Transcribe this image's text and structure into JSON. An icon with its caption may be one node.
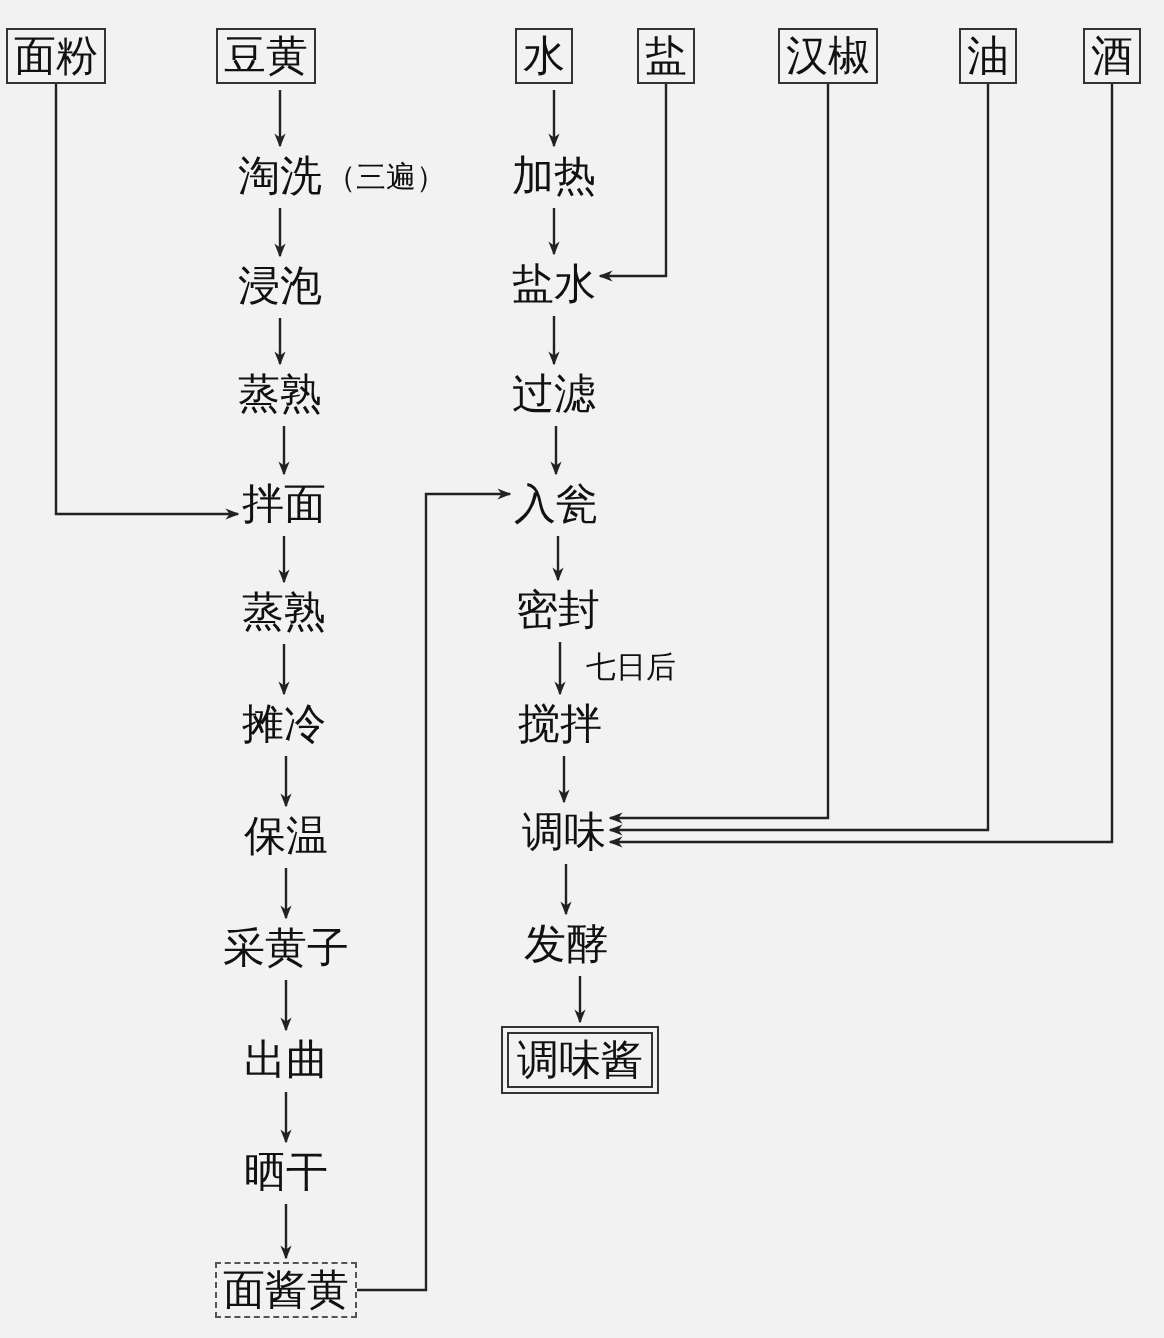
{
  "diagram": {
    "nodes": [
      {
        "text": [
          "面粉"
        ]
      },
      {
        "text": [
          "豆黄"
        ]
      },
      {
        "text": [
          "水"
        ]
      },
      {
        "text": [
          "盐"
        ]
      },
      {
        "text": [
          "汉椒"
        ]
      },
      {
        "text": [
          "油"
        ]
      },
      {
        "text": [
          "酒"
        ]
      },
      {
        "text": [
          "淘洗"
        ],
        "beside": [
          "（三遍）"
        ]
      },
      {
        "text": [
          "加热"
        ]
      },
      {
        "text": [
          "浸泡"
        ]
      },
      {
        "text": [
          "盐水"
        ]
      },
      {
        "text": [
          "蒸熟"
        ]
      },
      {
        "text": [
          "过滤"
        ]
      },
      {
        "text": [
          "拌面"
        ]
      },
      {
        "text": [
          "入瓮"
        ]
      },
      {
        "text": [
          "蒸熟"
        ]
      },
      {
        "text": [
          "密封"
        ]
      },
      {
        "text": [
          "摊冷"
        ]
      },
      {
        "text": [
          "搅拌"
        ]
      },
      {
        "text": [
          "保温"
        ]
      },
      {
        "text": [
          "调味"
        ]
      },
      {
        "text": [
          "采黄子"
        ]
      },
      {
        "text": [
          "发酵"
        ]
      },
      {
        "text": [
          "出曲"
        ]
      },
      {
        "text": [
          "调味酱"
        ]
      },
      {
        "text": [
          "晒干"
        ]
      },
      {
        "text": [
          "面酱黄"
        ]
      }
    ],
    "edges": [
      {
        "from": 1,
        "to": 7,
        "arrow": "to"
      },
      {
        "from": 7,
        "to": 9,
        "arrow": "to"
      },
      {
        "from": 9,
        "to": 11,
        "arrow": "to"
      },
      {
        "from": 11,
        "to": 13,
        "arrow": "to"
      },
      {
        "from": 0,
        "to": 13,
        "arrow": "to"
      },
      {
        "from": 13,
        "to": 15,
        "arrow": "to"
      },
      {
        "from": 15,
        "to": 17,
        "arrow": "to"
      },
      {
        "from": 17,
        "to": 19,
        "arrow": "to"
      },
      {
        "from": 19,
        "to": 21,
        "arrow": "to"
      },
      {
        "from": 21,
        "to": 23,
        "arrow": "to"
      },
      {
        "from": 23,
        "to": 25,
        "arrow": "to"
      },
      {
        "from": 25,
        "to": 26,
        "arrow": "to"
      },
      {
        "from": 26,
        "to": 14,
        "arrow": "to"
      },
      {
        "from": 2,
        "to": 8,
        "arrow": "to"
      },
      {
        "from": 8,
        "to": 10,
        "arrow": "to"
      },
      {
        "from": 3,
        "to": 10,
        "arrow": "to"
      },
      {
        "from": 10,
        "to": 12,
        "arrow": "to"
      },
      {
        "from": 12,
        "to": 14,
        "arrow": "to"
      },
      {
        "from": 14,
        "to": 16,
        "arrow": "to"
      },
      {
        "from": 16,
        "to": 18,
        "arrow": "to",
        "label": "七日后"
      },
      {
        "from": 18,
        "to": 20,
        "arrow": "to"
      },
      {
        "from": 4,
        "to": 20,
        "arrow": "to"
      },
      {
        "from": 5,
        "to": 20,
        "arrow": "to"
      },
      {
        "from": 6,
        "to": 20,
        "arrow": "to"
      },
      {
        "from": 20,
        "to": 22,
        "arrow": "to"
      },
      {
        "from": 22,
        "to": 24,
        "arrow": "to"
      }
    ]
  }
}
